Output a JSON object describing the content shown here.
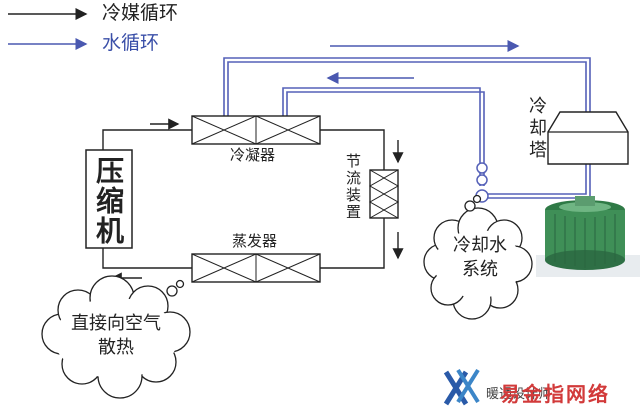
{
  "legend": {
    "refrigerant_label": "冷媒循环",
    "water_label": "水循环"
  },
  "components": {
    "compressor": "压缩机",
    "condenser": "冷凝器",
    "evaporator": "蒸发器",
    "throttle": "节流装置",
    "cooling_tower": "冷却塔"
  },
  "clouds": {
    "cooling_water_system": "冷却水系统",
    "direct_air": "直接向空气散热"
  },
  "footer": {
    "credit": "暖通设计师",
    "watermark": "易金指网络"
  },
  "colors": {
    "refrigerant_line": "#222222",
    "water_line": "#5561b8",
    "tower_green": "#3f8f57"
  }
}
